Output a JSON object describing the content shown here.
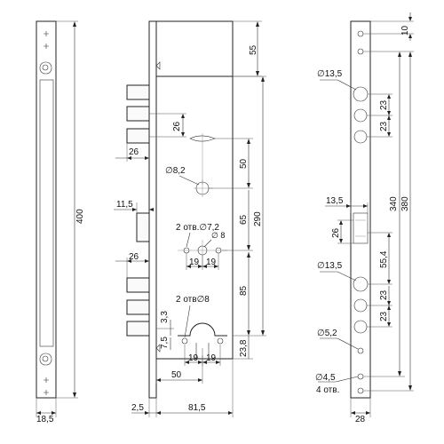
{
  "labels": {
    "d400": "400",
    "d18_5": "18,5",
    "d55": "55",
    "d26_top": "26",
    "d26_left": "26",
    "d8_2": "∅8,2",
    "d50_v": "50",
    "d11_5": "11,5",
    "d65": "65",
    "d290": "290",
    "d2otv7_2": "2 отв.∅7,2",
    "d8_small": "∅ 8",
    "d19a": "19",
    "d19b": "19",
    "d26_mid": "26",
    "d85": "85",
    "d2otv8": "2 отв∅8",
    "d3_3": "3,3",
    "d7_5": "7,5",
    "d19c": "19",
    "d19d": "19",
    "d23_8": "23,8",
    "d50_h": "50",
    "d2_5": "2,5",
    "d81_5": "81,5",
    "d10": "10",
    "d13_5_top": "∅13,5",
    "d23a": "23",
    "d23b": "23",
    "d380": "380",
    "d340": "340",
    "d13_5_plate": "13,5",
    "d26_plate": "26",
    "d55_4": "55,4",
    "d13_5_bot": "∅13,5",
    "d23c": "23",
    "d23d": "23",
    "d5_2": "∅5,2",
    "d4_5": "∅4,5",
    "d4otv": "4 отв.",
    "d28": "28"
  }
}
